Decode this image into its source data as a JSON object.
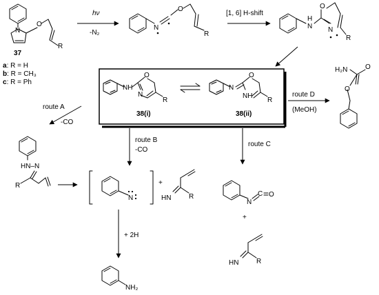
{
  "reaction_conditions": {
    "photolysis": {
      "reagent": "hν",
      "loss": "-N₂"
    },
    "shift": "[1, 6] H-shift",
    "route_a": {
      "name": "route A",
      "loss": "-CO"
    },
    "route_b": {
      "name": "route B",
      "loss": "-CO"
    },
    "route_c": {
      "name": "route C"
    },
    "route_d": {
      "name": "route D",
      "solvent": "(MeOH)"
    },
    "reduction": "+ 2H",
    "plus": "+"
  },
  "compounds": {
    "tetrazole": {
      "label": "37",
      "substituents": [
        {
          "key": "a",
          "text": ": R = H"
        },
        {
          "key": "b",
          "text": ": R = CH₃"
        },
        {
          "key": "c",
          "text": ": R = Ph"
        }
      ]
    },
    "intermediate_38i": {
      "label": "38(i)"
    },
    "intermediate_38ii": {
      "label": "38(ii)"
    }
  },
  "atom_labels": {
    "N": "N",
    "O": "O",
    "H": "H",
    "R": "R",
    "C": "C",
    "HN": "HN",
    "NH": "NH",
    "HN_N": "HN–N",
    "NH2": "NH₂",
    "H2N": "H₂N",
    "N_dots": "N",
    "O_equals": "O"
  },
  "colors": {
    "ink": "#000000",
    "background": "#ffffff"
  }
}
